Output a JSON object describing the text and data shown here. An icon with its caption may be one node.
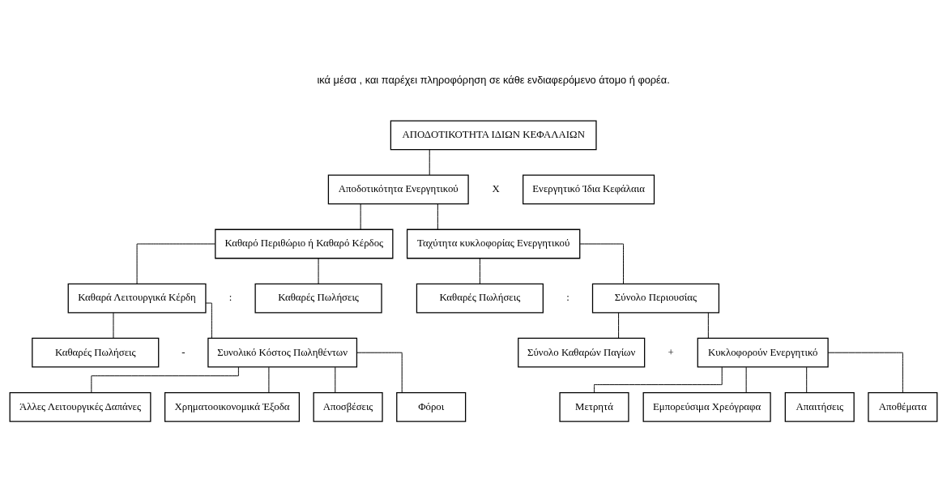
{
  "diagram": {
    "nodes": [
      {
        "text": [
          "ΑΠΟΔΟΤΙΚΟΤΗΤΑ ΙΔΙΩΝ ΚΕΦΑΛΑΙΩΝ"
        ]
      },
      {
        "text": [
          "Αποδοτικότητα Ενεργητικού"
        ]
      },
      {
        "text": [
          "Ενεργητικό Ίδια Κεφάλαια"
        ]
      },
      {
        "text": [
          "Καθαρό Περιθώριο ή Καθαρό Κέρδος"
        ]
      },
      {
        "text": [
          "Ταχύτητα κυκλοφορίας Ενεργητικού"
        ]
      },
      {
        "text": [
          "Καθαρά Λειτουργικά Κέρδη"
        ]
      },
      {
        "text": [
          "Καθαρές Πωλήσεις"
        ]
      },
      {
        "text": [
          "Καθαρές Πωλήσεις"
        ]
      },
      {
        "text": [
          "Σύνολο Περιουσίας"
        ]
      },
      {
        "text": [
          "Καθαρές Πωλήσεις"
        ]
      },
      {
        "text": [
          "Συνολικό Κόστος Πωληθέντων"
        ]
      },
      {
        "text": [
          "Σύνολο Καθαρών Παγίων"
        ]
      },
      {
        "text": [
          "Κυκλοφορούν Ενεργητικό"
        ]
      },
      {
        "text": [
          "Άλλες Λειτουργικές Δαπάνες"
        ]
      },
      {
        "text": [
          "Χρηματοοικονομικά Έξοδα"
        ]
      },
      {
        "text": [
          "Αποσβέσεις"
        ]
      },
      {
        "text": [
          "Φόροι"
        ]
      },
      {
        "text": [
          "Μετρητά"
        ]
      },
      {
        "text": [
          "Εμπορεύσιμα Χρεόγραφα"
        ]
      },
      {
        "text": [
          "Απαιτήσεις"
        ]
      },
      {
        "text": [
          "Αποθέματα"
        ]
      }
    ],
    "edges": [
      {
        "from": 0,
        "to": 1,
        "arrow": "none"
      },
      {
        "from": 1,
        "to": 3,
        "arrow": "none"
      },
      {
        "from": 1,
        "to": 4,
        "arrow": "none"
      },
      {
        "from": 3,
        "to": 5,
        "arrow": "none"
      },
      {
        "from": 3,
        "to": 6,
        "arrow": "none"
      },
      {
        "from": 4,
        "to": 7,
        "arrow": "none"
      },
      {
        "from": 4,
        "to": 8,
        "arrow": "none"
      },
      {
        "from": 5,
        "to": 9,
        "arrow": "none"
      },
      {
        "from": 5,
        "to": 10,
        "arrow": "none"
      },
      {
        "from": 8,
        "to": 11,
        "arrow": "none"
      },
      {
        "from": 8,
        "to": 12,
        "arrow": "none"
      },
      {
        "from": 10,
        "to": 13,
        "arrow": "none"
      },
      {
        "from": 10,
        "to": 14,
        "arrow": "none"
      },
      {
        "from": 10,
        "to": 15,
        "arrow": "none"
      },
      {
        "from": 10,
        "to": 16,
        "arrow": "none"
      },
      {
        "from": 12,
        "to": 17,
        "arrow": "none"
      },
      {
        "from": 12,
        "to": 18,
        "arrow": "none"
      },
      {
        "from": 12,
        "to": 19,
        "arrow": "none"
      },
      {
        "from": 12,
        "to": 20,
        "arrow": "none"
      }
    ],
    "labels": [
      "ικά μέσα , και παρέχει πληροφόρηση σε κάθε ενδιαφερόμενο άτομο ή φορέα.",
      "X",
      ":",
      ":",
      "-",
      "+"
    ]
  }
}
